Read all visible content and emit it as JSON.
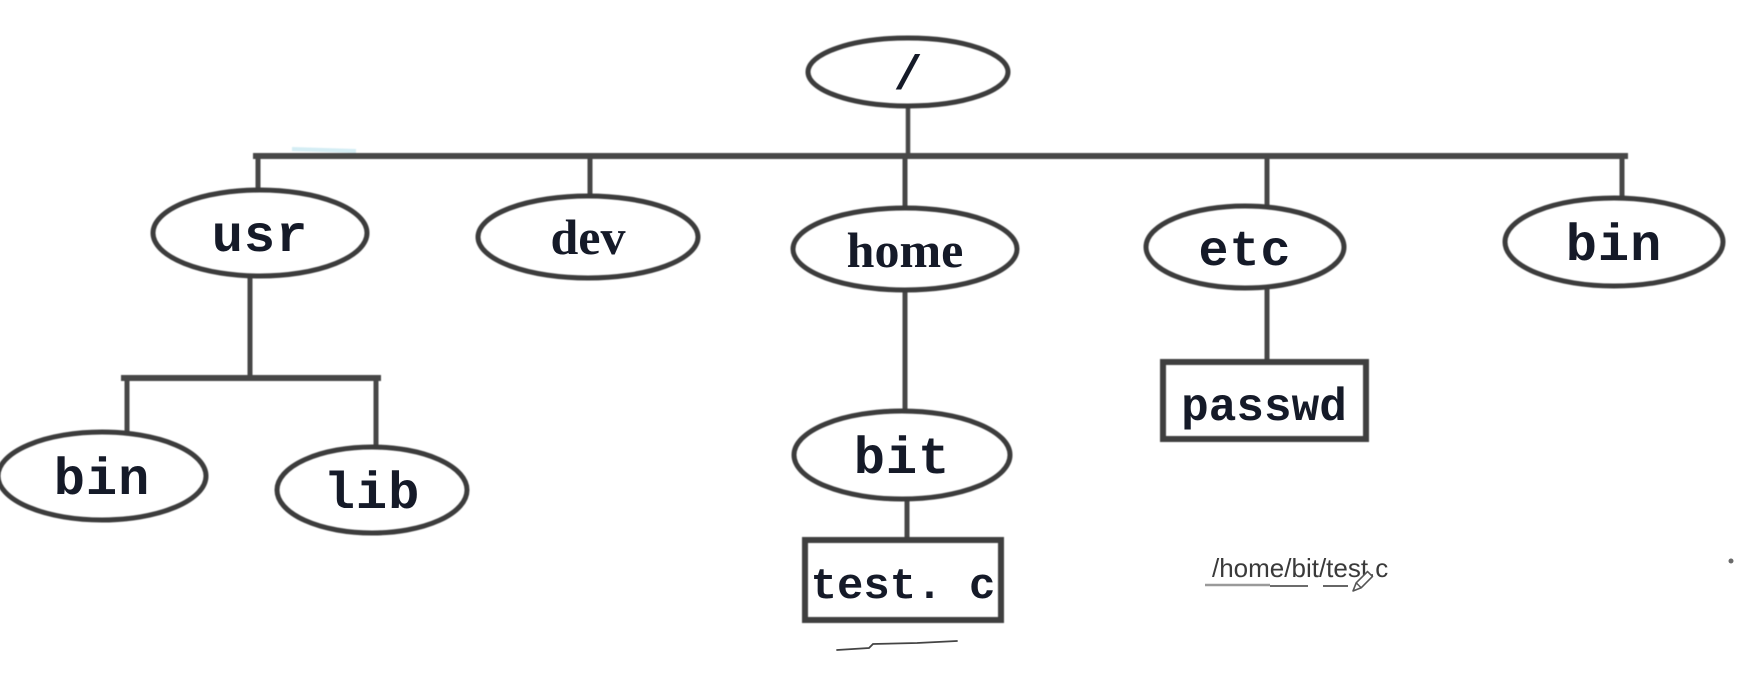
{
  "diagram": {
    "type": "unix-filesystem-tree",
    "background": "#ffffff",
    "stroke_color": "#3c3c3c",
    "label_color": "#151a28",
    "annotation_color": "#3a3a3a",
    "nodes": {
      "root": {
        "label": "/",
        "kind": "directory",
        "shape": "ellipse"
      },
      "usr": {
        "label": "usr",
        "kind": "directory",
        "shape": "ellipse"
      },
      "dev": {
        "label": "dev",
        "kind": "directory",
        "shape": "ellipse"
      },
      "home": {
        "label": "home",
        "kind": "directory",
        "shape": "ellipse"
      },
      "etc": {
        "label": "etc",
        "kind": "directory",
        "shape": "ellipse"
      },
      "bin_root": {
        "label": "bin",
        "kind": "directory",
        "shape": "ellipse"
      },
      "usr_bin": {
        "label": "bin",
        "kind": "directory",
        "shape": "ellipse"
      },
      "usr_lib": {
        "label": "lib",
        "kind": "directory",
        "shape": "ellipse"
      },
      "bit": {
        "label": "bit",
        "kind": "directory",
        "shape": "ellipse"
      },
      "test_c": {
        "label": "test. c",
        "kind": "file",
        "shape": "rectangle"
      },
      "passwd": {
        "label": "passwd",
        "kind": "file",
        "shape": "rectangle"
      }
    },
    "edges": [
      {
        "from": "/",
        "to": "usr"
      },
      {
        "from": "/",
        "to": "dev"
      },
      {
        "from": "/",
        "to": "home"
      },
      {
        "from": "/",
        "to": "etc"
      },
      {
        "from": "/",
        "to": "bin"
      },
      {
        "from": "usr",
        "to": "bin"
      },
      {
        "from": "usr",
        "to": "lib"
      },
      {
        "from": "home",
        "to": "bit"
      },
      {
        "from": "bit",
        "to": "test.c"
      },
      {
        "from": "etc",
        "to": "passwd"
      }
    ],
    "annotation": {
      "label": "/home/bit/test.c"
    }
  }
}
